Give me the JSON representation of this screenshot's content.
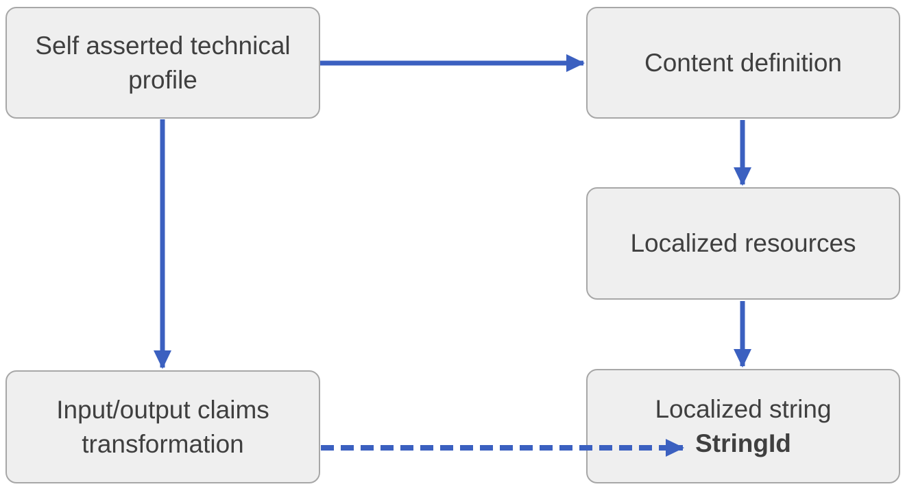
{
  "diagram": {
    "type": "flowchart",
    "nodes": [
      {
        "id": "self-asserted-technical-profile",
        "label": "Self asserted technical profile"
      },
      {
        "id": "content-definition",
        "label": "Content definition"
      },
      {
        "id": "localized-resources",
        "label": "Localized resources"
      },
      {
        "id": "input-output-claims-transformation",
        "label": "Input/output claims transformation"
      },
      {
        "id": "localized-string",
        "label": "Localized string",
        "sublabel": "StringId"
      }
    ],
    "edges": [
      {
        "from": "self-asserted-technical-profile",
        "to": "content-definition",
        "style": "solid",
        "direction": "right"
      },
      {
        "from": "self-asserted-technical-profile",
        "to": "input-output-claims-transformation",
        "style": "solid",
        "direction": "down"
      },
      {
        "from": "content-definition",
        "to": "localized-resources",
        "style": "solid",
        "direction": "down"
      },
      {
        "from": "localized-resources",
        "to": "localized-string",
        "style": "solid",
        "direction": "down"
      },
      {
        "from": "input-output-claims-transformation",
        "to": "localized-string.StringId",
        "style": "dashed",
        "direction": "right"
      }
    ],
    "colors": {
      "arrow": "#3b60c0",
      "node_fill": "#efefef",
      "node_border": "#a7a7a7",
      "text": "#3f3f3f",
      "background": "#ffffff"
    }
  }
}
